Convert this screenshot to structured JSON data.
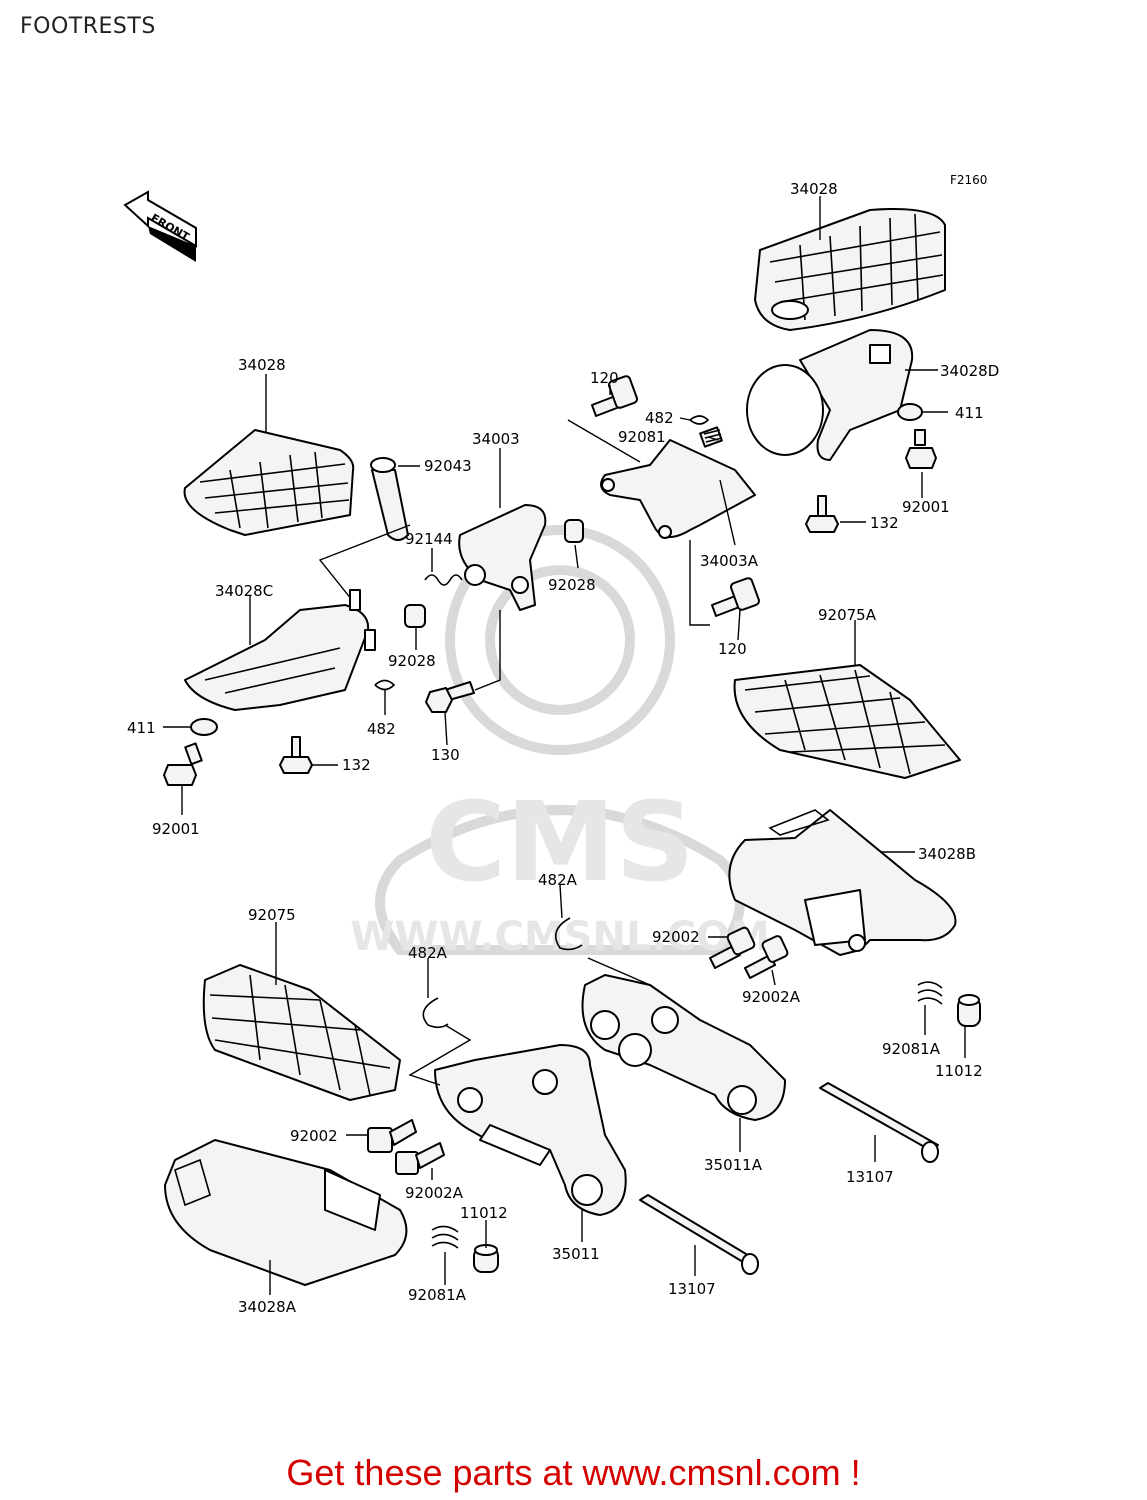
{
  "header": {
    "title": "FOOTRESTS"
  },
  "diagram": {
    "figure_code": "F2160",
    "front_arrow": "FRONT",
    "watermark": {
      "logo": "CMS",
      "url": "WWW.CMSNL.COM"
    },
    "labels": [
      {
        "id": "34028-top",
        "text": "34028"
      },
      {
        "id": "34028D",
        "text": "34028D"
      },
      {
        "id": "411-right",
        "text": "411"
      },
      {
        "id": "92001-right",
        "text": "92001"
      },
      {
        "id": "132-right",
        "text": "132"
      },
      {
        "id": "120-top",
        "text": "120"
      },
      {
        "id": "482-top",
        "text": "482"
      },
      {
        "id": "92081",
        "text": "92081"
      },
      {
        "id": "34003A",
        "text": "34003A"
      },
      {
        "id": "120-mid",
        "text": "120"
      },
      {
        "id": "92075A",
        "text": "92075A"
      },
      {
        "id": "34028-left",
        "text": "34028"
      },
      {
        "id": "92043",
        "text": "92043"
      },
      {
        "id": "34003",
        "text": "34003"
      },
      {
        "id": "92144",
        "text": "92144"
      },
      {
        "id": "92028-right",
        "text": "92028"
      },
      {
        "id": "92028-left",
        "text": "92028"
      },
      {
        "id": "34028C",
        "text": "34028C"
      },
      {
        "id": "482-left",
        "text": "482"
      },
      {
        "id": "130",
        "text": "130"
      },
      {
        "id": "411-left",
        "text": "411"
      },
      {
        "id": "132-left",
        "text": "132"
      },
      {
        "id": "92001-left",
        "text": "92001"
      },
      {
        "id": "34028B",
        "text": "34028B"
      },
      {
        "id": "482A-mid",
        "text": "482A"
      },
      {
        "id": "92002-right",
        "text": "92002"
      },
      {
        "id": "92002A-right",
        "text": "92002A"
      },
      {
        "id": "92075",
        "text": "92075"
      },
      {
        "id": "482A-left",
        "text": "482A"
      },
      {
        "id": "92081A-right",
        "text": "92081A"
      },
      {
        "id": "11012-right",
        "text": "11012"
      },
      {
        "id": "35011A",
        "text": "35011A"
      },
      {
        "id": "13107-right",
        "text": "13107"
      },
      {
        "id": "92002-left",
        "text": "92002"
      },
      {
        "id": "92002A-left",
        "text": "92002A"
      },
      {
        "id": "11012-left",
        "text": "11012"
      },
      {
        "id": "35011",
        "text": "35011"
      },
      {
        "id": "34028A",
        "text": "34028A"
      },
      {
        "id": "92081A-left",
        "text": "92081A"
      },
      {
        "id": "13107-bottom",
        "text": "13107"
      }
    ]
  },
  "footer": {
    "promo": "Get these parts at www.cmsnl.com !"
  }
}
